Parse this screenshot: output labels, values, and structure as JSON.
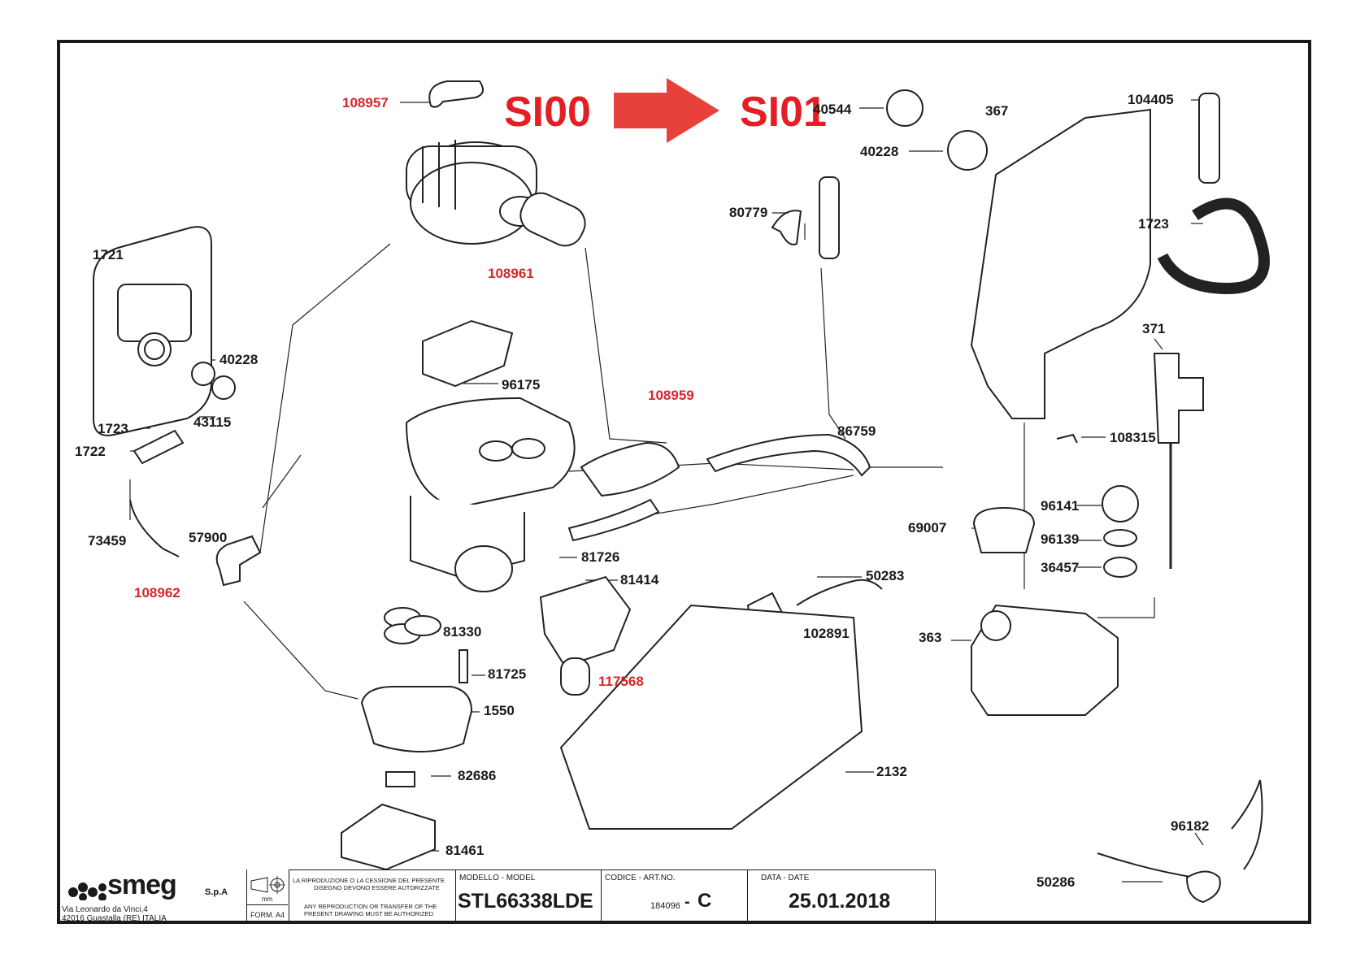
{
  "revision": {
    "from": "SI00",
    "to": "SI01"
  },
  "parts_black": [
    {
      "id": "p1721",
      "code": "1721"
    },
    {
      "id": "p40228a",
      "code": "40228"
    },
    {
      "id": "p43115",
      "code": "43115"
    },
    {
      "id": "p1723a",
      "code": "1723"
    },
    {
      "id": "p1722",
      "code": "1722"
    },
    {
      "id": "p73459",
      "code": "73459"
    },
    {
      "id": "p57900",
      "code": "57900"
    },
    {
      "id": "p96175",
      "code": "96175"
    },
    {
      "id": "p81726",
      "code": "81726"
    },
    {
      "id": "p81414",
      "code": "81414"
    },
    {
      "id": "p81330",
      "code": "81330"
    },
    {
      "id": "p81725",
      "code": "81725"
    },
    {
      "id": "p1550",
      "code": "1550"
    },
    {
      "id": "p82686",
      "code": "82686"
    },
    {
      "id": "p81461",
      "code": "81461"
    },
    {
      "id": "p80779",
      "code": "80779"
    },
    {
      "id": "p86759",
      "code": "86759"
    },
    {
      "id": "p69007",
      "code": "69007"
    },
    {
      "id": "p50283",
      "code": "50283"
    },
    {
      "id": "p102891",
      "code": "102891"
    },
    {
      "id": "p2132",
      "code": "2132"
    },
    {
      "id": "p40544",
      "code": "40544"
    },
    {
      "id": "p40228b",
      "code": "40228"
    },
    {
      "id": "p367",
      "code": "367"
    },
    {
      "id": "p104405",
      "code": "104405"
    },
    {
      "id": "p1723b",
      "code": "1723"
    },
    {
      "id": "p371",
      "code": "371"
    },
    {
      "id": "p108315",
      "code": "108315"
    },
    {
      "id": "p96141",
      "code": "96141"
    },
    {
      "id": "p96139",
      "code": "96139"
    },
    {
      "id": "p36457",
      "code": "36457"
    },
    {
      "id": "p363",
      "code": "363"
    },
    {
      "id": "p96182",
      "code": "96182"
    },
    {
      "id": "p50286",
      "code": "50286"
    }
  ],
  "parts_red": [
    {
      "id": "p108957",
      "code": "108957"
    },
    {
      "id": "p108961",
      "code": "108961"
    },
    {
      "id": "p108959",
      "code": "108959"
    },
    {
      "id": "p108962",
      "code": "108962"
    },
    {
      "id": "p117568",
      "code": "117568"
    }
  ],
  "titleblock": {
    "company": "smeg",
    "company_suffix": "S.p.A",
    "address_line1": "Via Leonardo da Vinci,4",
    "address_line2": "42016  Guastalla (RE) ITALIA",
    "units": "mm",
    "format": "FORM. A4",
    "notice_it_1": "LA RIPRODUZIONE O LA CESSIONE DEL PRESENTE",
    "notice_it_2": "DISEGNO DEVONO ESSERE AUTORIZZATE",
    "notice_en_1": "ANY REPRODUCTION OR TRANSFER OF THE",
    "notice_en_2": "PRESENT DRAWING MUST BE AUTHORIZED",
    "model_caption": "MODELLO - MODEL",
    "model": "STL66338LDE",
    "code_caption": "CODICE - ART.NO.",
    "code_number": "184096",
    "code_sep": "-",
    "code_rev": "C",
    "date_caption": "DATA - DATE",
    "date": "25.01.2018"
  },
  "colors": {
    "label": "#1a1a1a",
    "revised_label": "#d9262a",
    "revision_text": "#e41e25",
    "line": "#333333"
  }
}
